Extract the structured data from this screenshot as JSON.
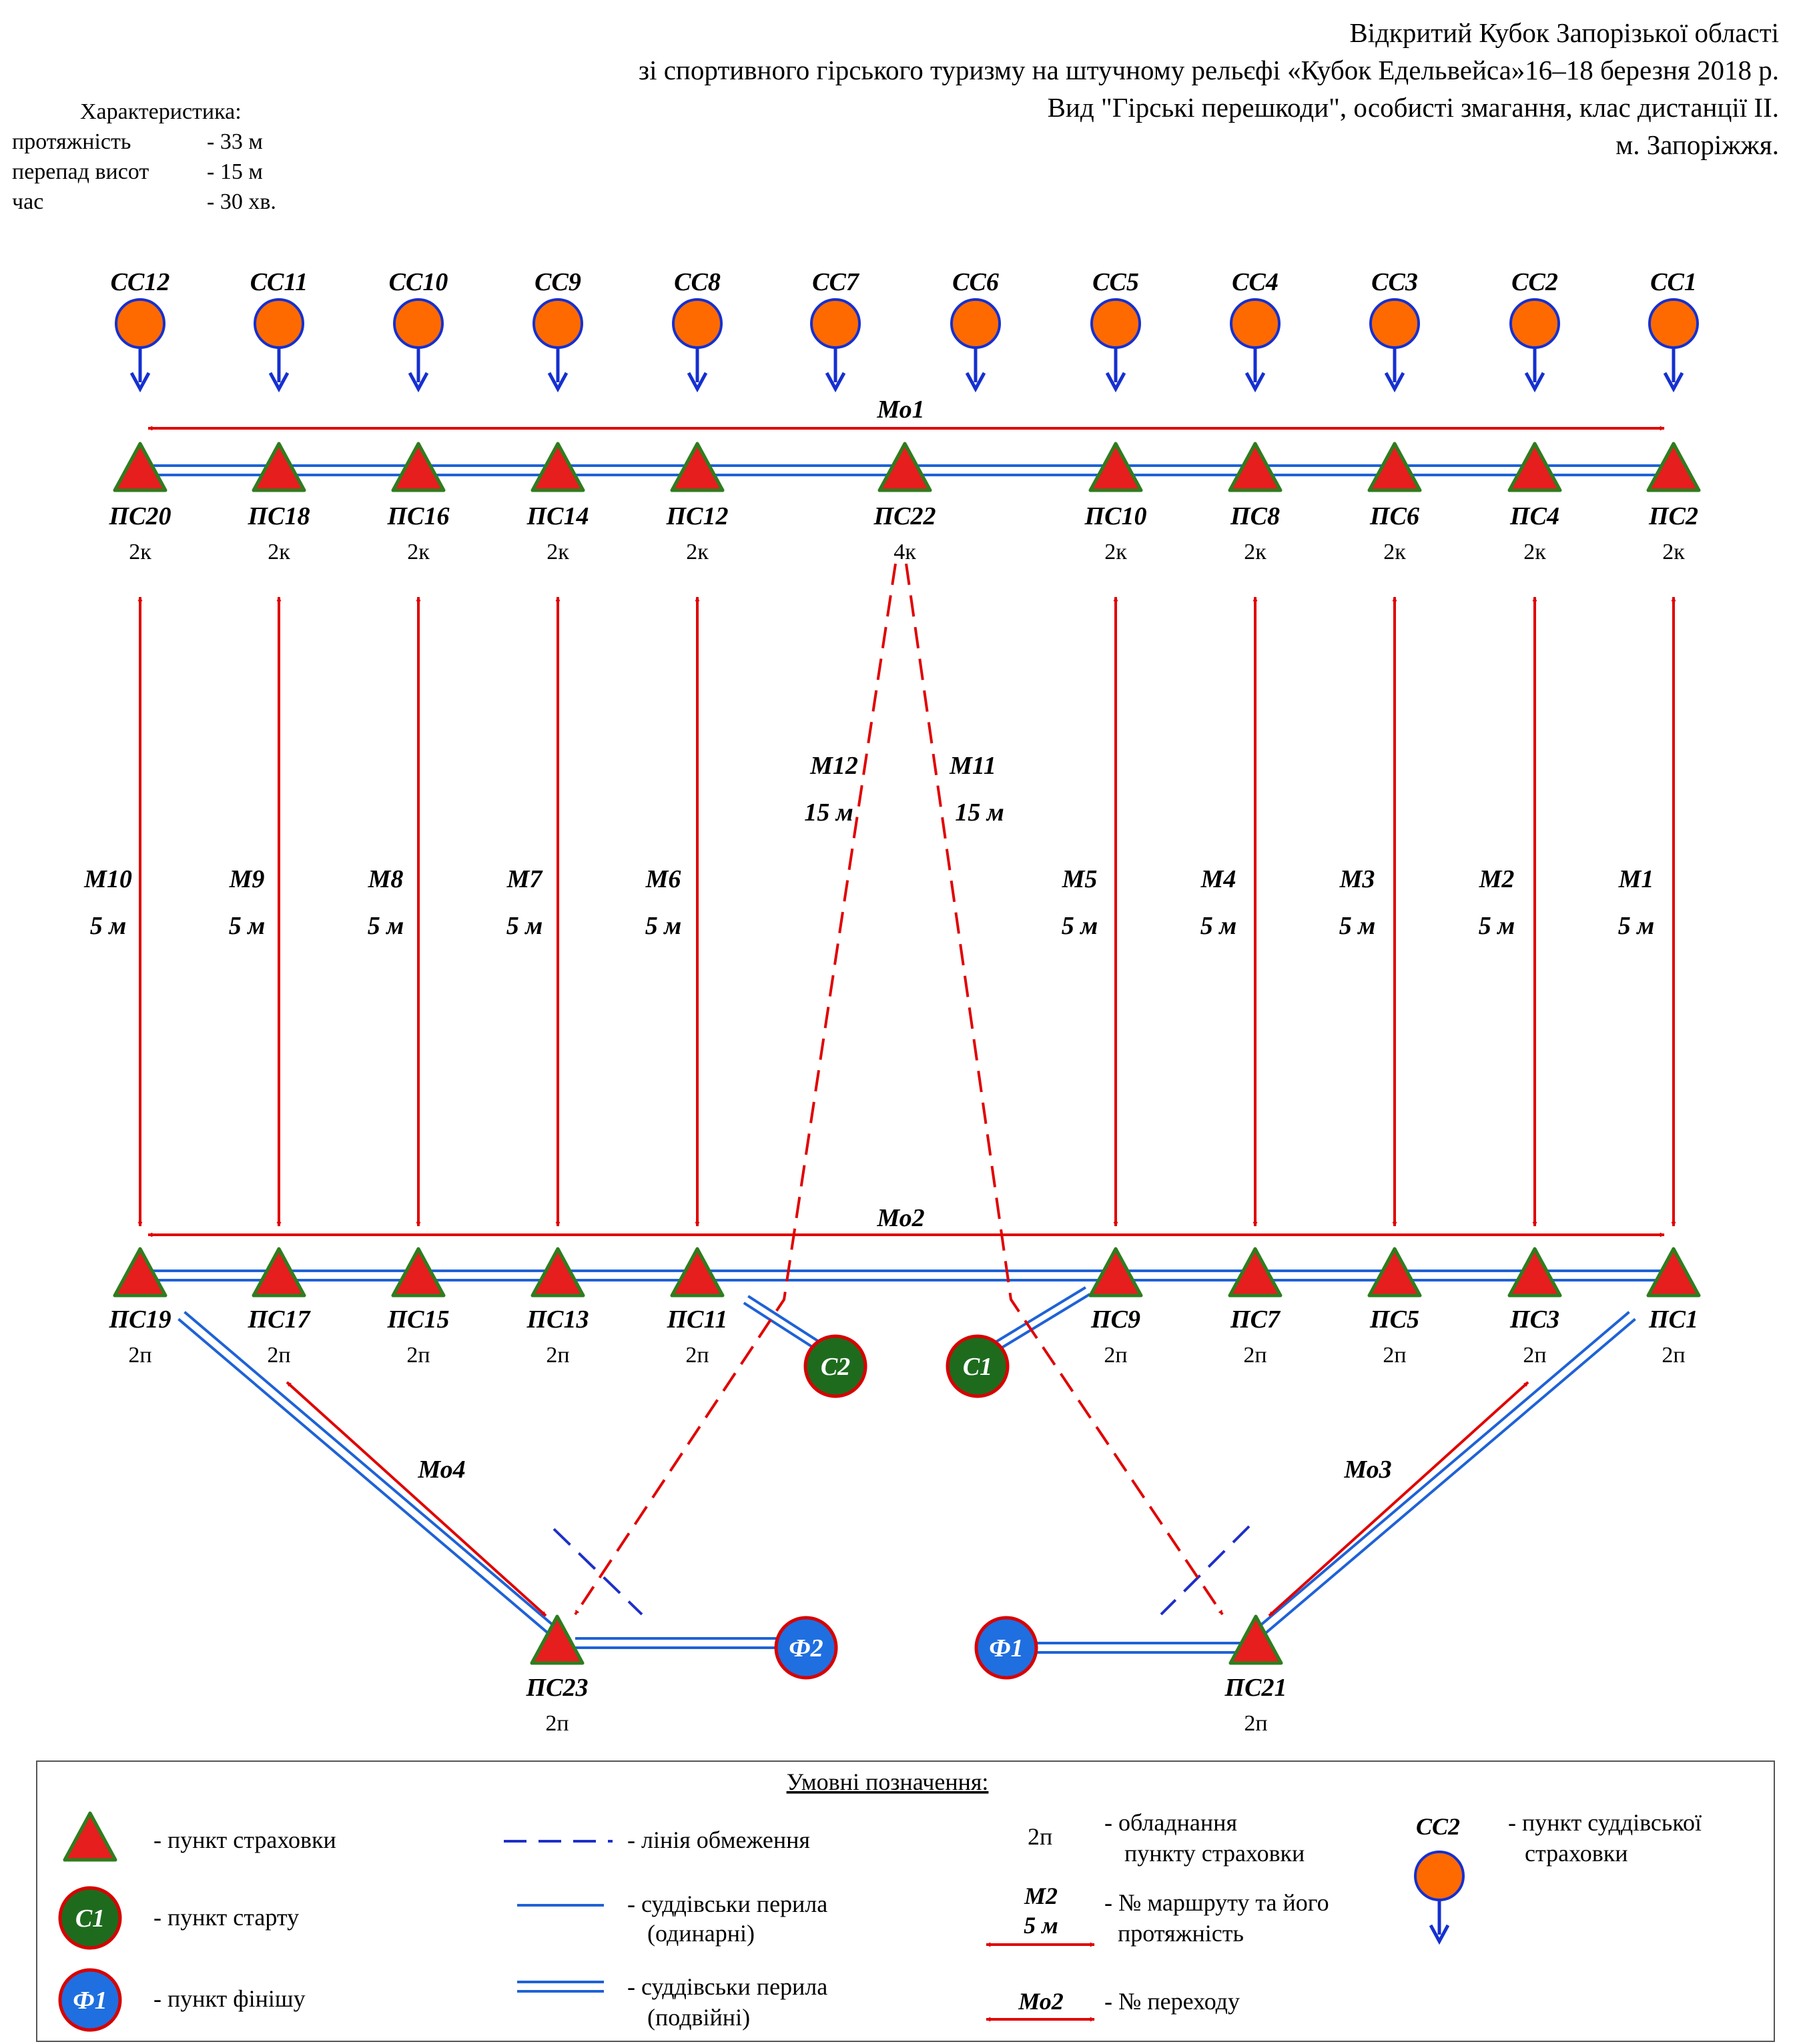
{
  "header": {
    "lines": [
      "Відкритий Кубок Запорізької області",
      "зі спортивного гірського туризму на штучному рельєфі «Кубок Едельвейса»16–18 березня 2018 р.",
      "Вид \"Гірські перешкоди\", особисті змагання, клас дистанції II.",
      "м. Запоріжжя."
    ]
  },
  "characteristics": {
    "title": "Характеристика:",
    "rows": [
      {
        "label": "протяжність",
        "value": "- 33 м"
      },
      {
        "label": "перепад висот",
        "value": "- 15 м"
      },
      {
        "label": "час",
        "value": "- 30 хв."
      }
    ]
  },
  "colors": {
    "red": "#e00000",
    "triangle_fill": "#e61e1e",
    "triangle_stroke": "#2e7d1e",
    "orange": "#ff6a00",
    "blue_line": "#1f62d6",
    "arrow_blue": "#1530d0",
    "green_fill": "#1e6b1e",
    "finish_fill": "#1f6fe0",
    "circle_stroke": "#d80000"
  },
  "judge_points": [
    "СС12",
    "СС11",
    "СС10",
    "СС9",
    "СС8",
    "СС7",
    "СС6",
    "СС5",
    "СС4",
    "СС3",
    "СС2",
    "СС1"
  ],
  "top_row": [
    {
      "name": "ПС20",
      "equip": "2к"
    },
    {
      "name": "ПС18",
      "equip": "2к"
    },
    {
      "name": "ПС16",
      "equip": "2к"
    },
    {
      "name": "ПС14",
      "equip": "2к"
    },
    {
      "name": "ПС12",
      "equip": "2к"
    },
    {
      "name": "ПС22",
      "equip": "4к"
    },
    {
      "name": "ПС10",
      "equip": "2к"
    },
    {
      "name": "ПС8",
      "equip": "2к"
    },
    {
      "name": "ПС6",
      "equip": "2к"
    },
    {
      "name": "ПС4",
      "equip": "2к"
    },
    {
      "name": "ПС2",
      "equip": "2к"
    }
  ],
  "bottom_row": [
    {
      "name": "ПС19",
      "equip": "2п"
    },
    {
      "name": "ПС17",
      "equip": "2п"
    },
    {
      "name": "ПС15",
      "equip": "2п"
    },
    {
      "name": "ПС13",
      "equip": "2п"
    },
    {
      "name": "ПС11",
      "equip": "2п"
    },
    {
      "name": "ПС9",
      "equip": "2п"
    },
    {
      "name": "ПС7",
      "equip": "2п"
    },
    {
      "name": "ПС5",
      "equip": "2п"
    },
    {
      "name": "ПС3",
      "equip": "2п"
    },
    {
      "name": "ПС1",
      "equip": "2п"
    }
  ],
  "lowest": [
    {
      "name": "ПС23",
      "equip": "2п"
    },
    {
      "name": "ПС21",
      "equip": "2п"
    }
  ],
  "routes": [
    {
      "name": "М10",
      "len": "5 м"
    },
    {
      "name": "М9",
      "len": "5 м"
    },
    {
      "name": "М8",
      "len": "5 м"
    },
    {
      "name": "М7",
      "len": "5 м"
    },
    {
      "name": "М6",
      "len": "5 м"
    },
    {
      "name": "М5",
      "len": "5 м"
    },
    {
      "name": "М4",
      "len": "5 м"
    },
    {
      "name": "М3",
      "len": "5 м"
    },
    {
      "name": "М2",
      "len": "5 м"
    },
    {
      "name": "М1",
      "len": "5 м"
    }
  ],
  "diag_routes": [
    {
      "name": "М12",
      "len": "15 м"
    },
    {
      "name": "М11",
      "len": "15 м"
    }
  ],
  "transitions": [
    "Мо1",
    "Мо2",
    "Мо3",
    "Мо4"
  ],
  "starts": [
    "С2",
    "С1"
  ],
  "finishes": [
    "Ф2",
    "Ф1"
  ],
  "legend": {
    "title": "Умовні позначення:",
    "belay_point": "- пункт страховки",
    "start_symbol": "С1",
    "start_point": "- пункт старту",
    "finish_symbol": "Ф1",
    "finish_point": "- пункт фінішу",
    "limit_line": "- лінія обмеження",
    "single_rail_1": "- суддівськи перила",
    "single_rail_2": "(одинарні)",
    "double_rail_1": "- суддівськи перила",
    "double_rail_2": "(подвійні)",
    "equip_symbol": "2п",
    "equip_1": "- обладнання",
    "equip_2": "пункту страховки",
    "route_symbol": "М2",
    "route_len": "5 м",
    "route_1": "- № маршруту та його",
    "route_2": "протяжність",
    "trans_symbol": "Мо2",
    "trans_1": "- № переходу",
    "judge_symbol": "СС2",
    "judge_1": "- пункт суддівської",
    "judge_2": "страховки"
  }
}
